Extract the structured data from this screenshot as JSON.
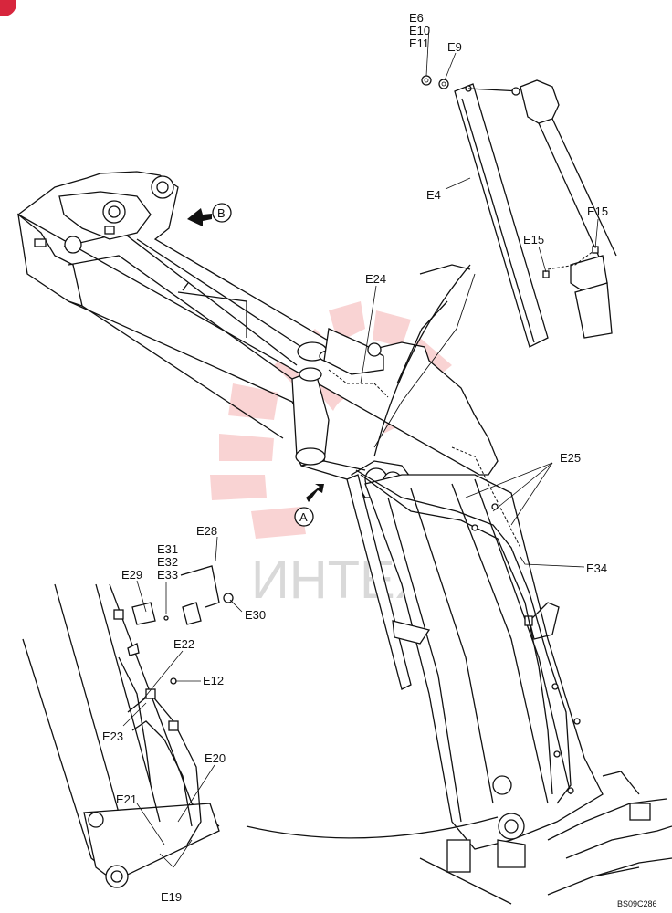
{
  "watermark": {
    "text": "ИНТЕХ",
    "color": "#f5b5b5"
  },
  "page_badge": {
    "color": "#d7263d"
  },
  "drawing_code": "BS09C286",
  "view_markers": {
    "a": "A",
    "b": "B"
  },
  "callouts": {
    "e4": "E4",
    "e6": "E6",
    "e9": "E9",
    "e10": "E10",
    "e11": "E11",
    "e12": "E12",
    "e15a": "E15",
    "e15b": "E15",
    "e19": "E19",
    "e20": "E20",
    "e21": "E21",
    "e22": "E22",
    "e23": "E23",
    "e24": "E24",
    "e25": "E25",
    "e28": "E28",
    "e29": "E29",
    "e30": "E30",
    "e31": "E31",
    "e32": "E32",
    "e33": "E33",
    "e34": "E34"
  }
}
